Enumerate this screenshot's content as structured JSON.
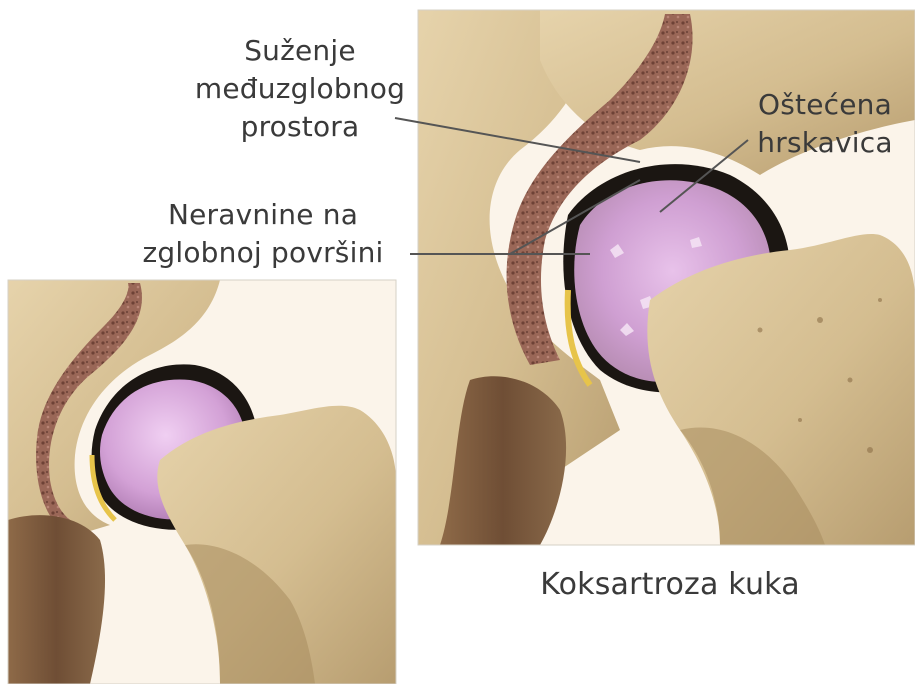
{
  "labels": {
    "narrowing": [
      "Suženje",
      "međuzglobnog",
      "prostora"
    ],
    "damaged_cartilage": [
      "Oštećena",
      "hrskavica"
    ],
    "uneven_surface": [
      "Neravnine na",
      "zglobnoj površini"
    ]
  },
  "caption": "Koksartroza kuka",
  "colors": {
    "bone": "#d8c39a",
    "bone_shadow": "#a98f63",
    "marrow": "#8a5a4e",
    "cartilage": "#d6a6d8",
    "cartilage_light": "#ecc8ee",
    "joint_gap": "#1a1612",
    "pointer": "#555555",
    "frame": "#cfcfcf"
  }
}
